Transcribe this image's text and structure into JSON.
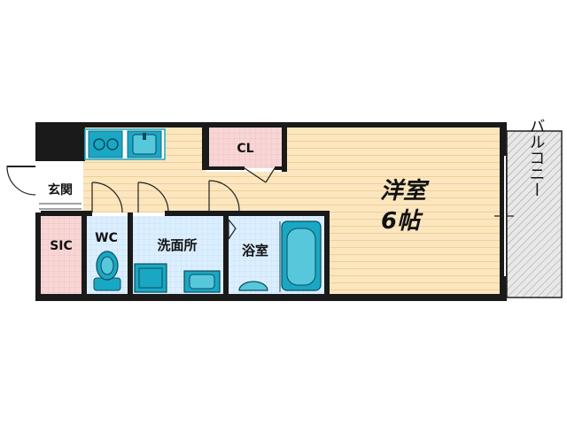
{
  "rooms": {
    "western_room": "洋室",
    "western_room_size": "6帖",
    "closet": "CL",
    "entrance": "玄関",
    "shoe_closet": "SIC",
    "toilet": "WC",
    "washroom": "洗面所",
    "bathroom": "浴室",
    "balcony": "バルコニー"
  },
  "colors": {
    "wall": "#1a1a1a",
    "room_floor": "#fbe6bf",
    "wet_area": "#dcefff",
    "storage": "#f8d6d6",
    "fixture": "#1aa7c4",
    "balcony": "#e6e6e6"
  }
}
